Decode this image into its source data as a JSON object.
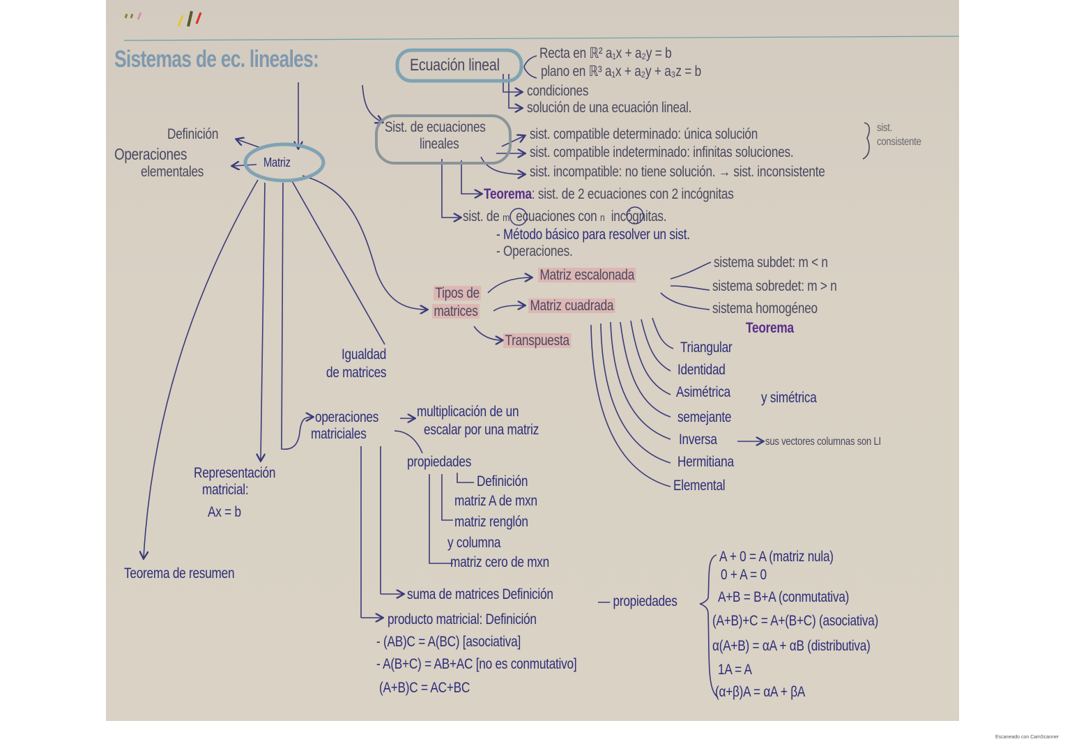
{
  "title": "Sistemas de ec. lineales:",
  "colors": {
    "paper": "#d6cfc2",
    "title_ink": "#7f99ae",
    "main_ink": "#3b3a7a",
    "gray_ink": "#4a4860",
    "purple_ink": "#5a2d8a",
    "highlight": "#e596a0",
    "bubble_outline": "#7fa3b4"
  },
  "ecuacion_lineal": {
    "label": "Ecuación lineal",
    "recta": "Recta en ℝ²  a₁x + a₂y = b",
    "plano": "plano en ℝ³  a₁x + a₂y + a₃z = b",
    "condiciones": "condiciones",
    "solucion": "solución de una ecuación lineal."
  },
  "sistema": {
    "label_line1": "Sist. de ecuaciones",
    "label_line2": "lineales",
    "compatible_det": "sist. compatible determinado: única solución",
    "compatible_indet": "sist. compatible indeterminado: infinitas soluciones.",
    "consistente_line1": "sist.",
    "consistente_line2": "consistente",
    "incompatible": "sist. incompatible: no tiene solución. → sist. inconsistente",
    "teorema_label": "Teorema",
    "teorema_text": ": sist. de 2 ecuaciones con 2 incógnitas",
    "mn_prefix": "sist. de",
    "mn_m": "m",
    "mn_mid": "ecuaciones con",
    "mn_n": "n",
    "mn_suffix": "incógnitas.",
    "metodo": "- Método básico para resolver un sist.",
    "operaciones": "- Operaciones."
  },
  "matriz": {
    "label": "Matriz",
    "definicion": "Definición",
    "op_elem_line1": "Operaciones",
    "op_elem_line2": "elementales",
    "igualdad_line1": "Igualdad",
    "igualdad_line2": "de matrices",
    "representacion_line1": "Representación",
    "representacion_line2": "matricial:",
    "representacion_eq": "Ax = b",
    "teorema_resumen": "Teorema de resumen"
  },
  "tipos": {
    "label_line1": "Tipos de",
    "label_line2": "matrices",
    "escalonada": "Matriz escalonada",
    "cuadrada": "Matriz cuadrada",
    "transpuesta": "Transpuesta",
    "subdet": "sistema subdet: m < n",
    "sobredet": "sistema sobredet: m > n",
    "homogeneo": "sistema homogéneo",
    "homogeneo_teorema": "Teorema",
    "cuadrada_items": [
      "Triangular",
      "Identidad",
      "Asimétrica",
      "semejante",
      "Inversa",
      "Hermitiana",
      "Elemental"
    ],
    "simetrica": "y simétrica",
    "inversa_note": "sus vectores columnas son LI"
  },
  "operaciones": {
    "label_line1": "operaciones",
    "label_line2": "matriciales",
    "escalar_line1": "multiplicación de un",
    "escalar_line2": "escalar por una matriz",
    "propiedades": "propiedades",
    "definicion": "Definición",
    "matriz_a": "matriz A de mxn",
    "renglon_line1": "matriz renglón",
    "renglon_line2": "y columna",
    "cero": "matriz cero de mxn",
    "suma": "suma de matrices  Definición",
    "suma_prop": "— propiedades",
    "producto": "producto matricial: Definición",
    "prod_props": [
      "- (AB)C = A(BC) [asociativa]",
      "- A(B+C) = AB+AC [no es conmutativo]",
      "(A+B)C = AC+BC"
    ],
    "suma_props": [
      "A + 0 = A (matriz nula)",
      "0 + A = 0",
      "A+B = B+A (conmutativa)",
      "(A+B)+C = A+(B+C) (asociativa)",
      "α(A+B) = αA + αB (distributiva)",
      "1A = A",
      "(α+β)A = αA + βA"
    ]
  },
  "footer": "Escaneado con CamScanner"
}
